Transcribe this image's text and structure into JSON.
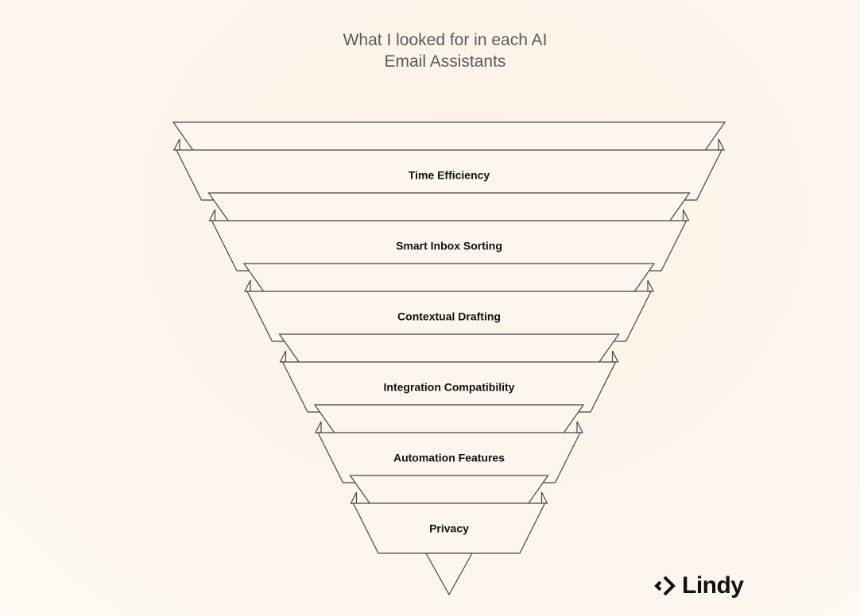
{
  "header": {
    "title_line1": "What I looked for in each AI",
    "title_line2": "Email Assistants"
  },
  "funnel": {
    "stages": [
      {
        "label": "Time Efficiency"
      },
      {
        "label": "Smart Inbox Sorting"
      },
      {
        "label": "Contextual Drafting"
      },
      {
        "label": "Integration Compatibility"
      },
      {
        "label": "Automation Features"
      },
      {
        "label": "Privacy"
      }
    ]
  },
  "logo": {
    "text": "Lindy",
    "icon": "diamond-chevron-icon"
  },
  "colors": {
    "stroke": "#444444",
    "fill": "#fdf6ee",
    "text": "#111111"
  }
}
